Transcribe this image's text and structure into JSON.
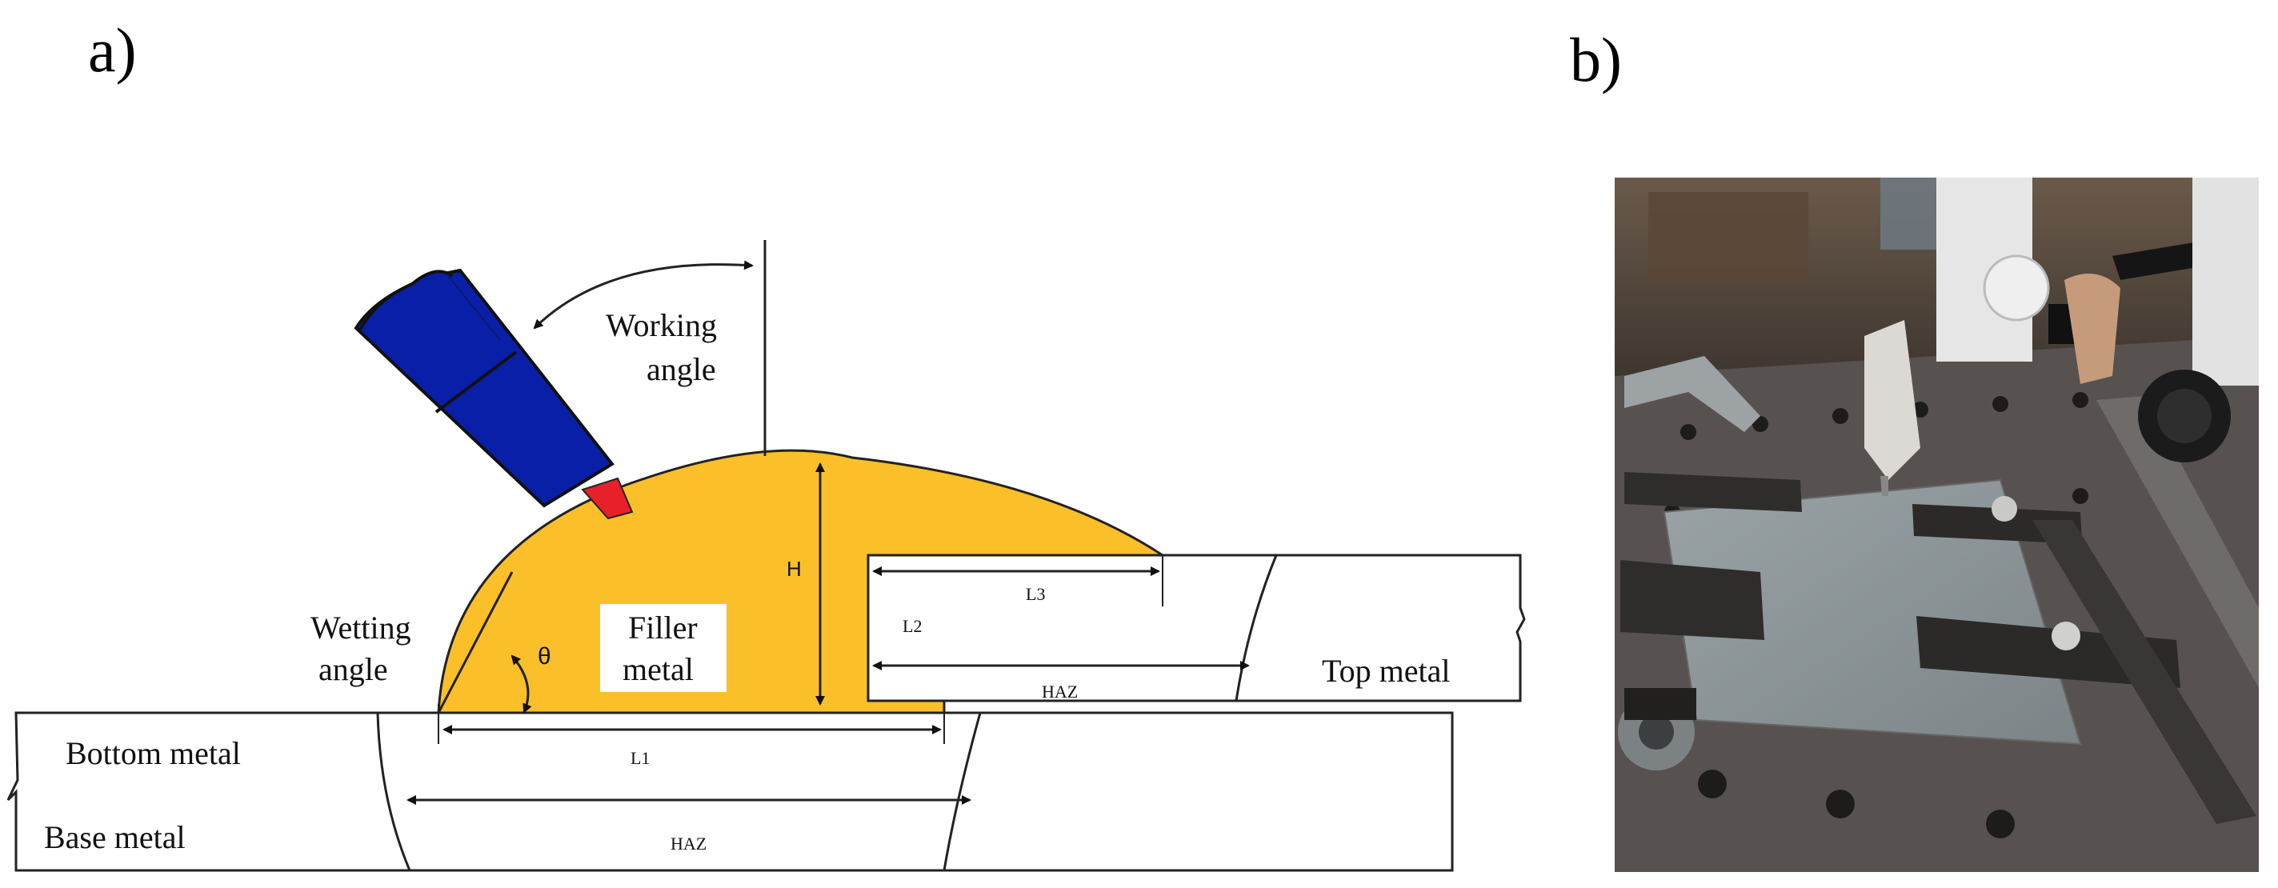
{
  "panels": {
    "a_label": "a)",
    "b_label": "b)"
  },
  "diagram": {
    "working_angle_line1": "Working",
    "working_angle_line2": "angle",
    "wetting_angle_line1": "Wetting",
    "wetting_angle_line2": "angle",
    "theta": "θ",
    "filler_line1": "Filler",
    "filler_line2": "metal",
    "height": "H",
    "l1": "L1",
    "l2": "L2",
    "l3": "L3",
    "haz_top": "HAZ",
    "haz_bottom": "HAZ",
    "top_metal": "Top metal",
    "bottom_metal": "Bottom metal",
    "base_metal": "Base metal"
  },
  "colors": {
    "filler": "#fbbf2a",
    "torch": "#0a1fa8",
    "wire": "#e8202a",
    "line": "#111111"
  },
  "photo": {
    "icon": "welding-setup-photo"
  }
}
